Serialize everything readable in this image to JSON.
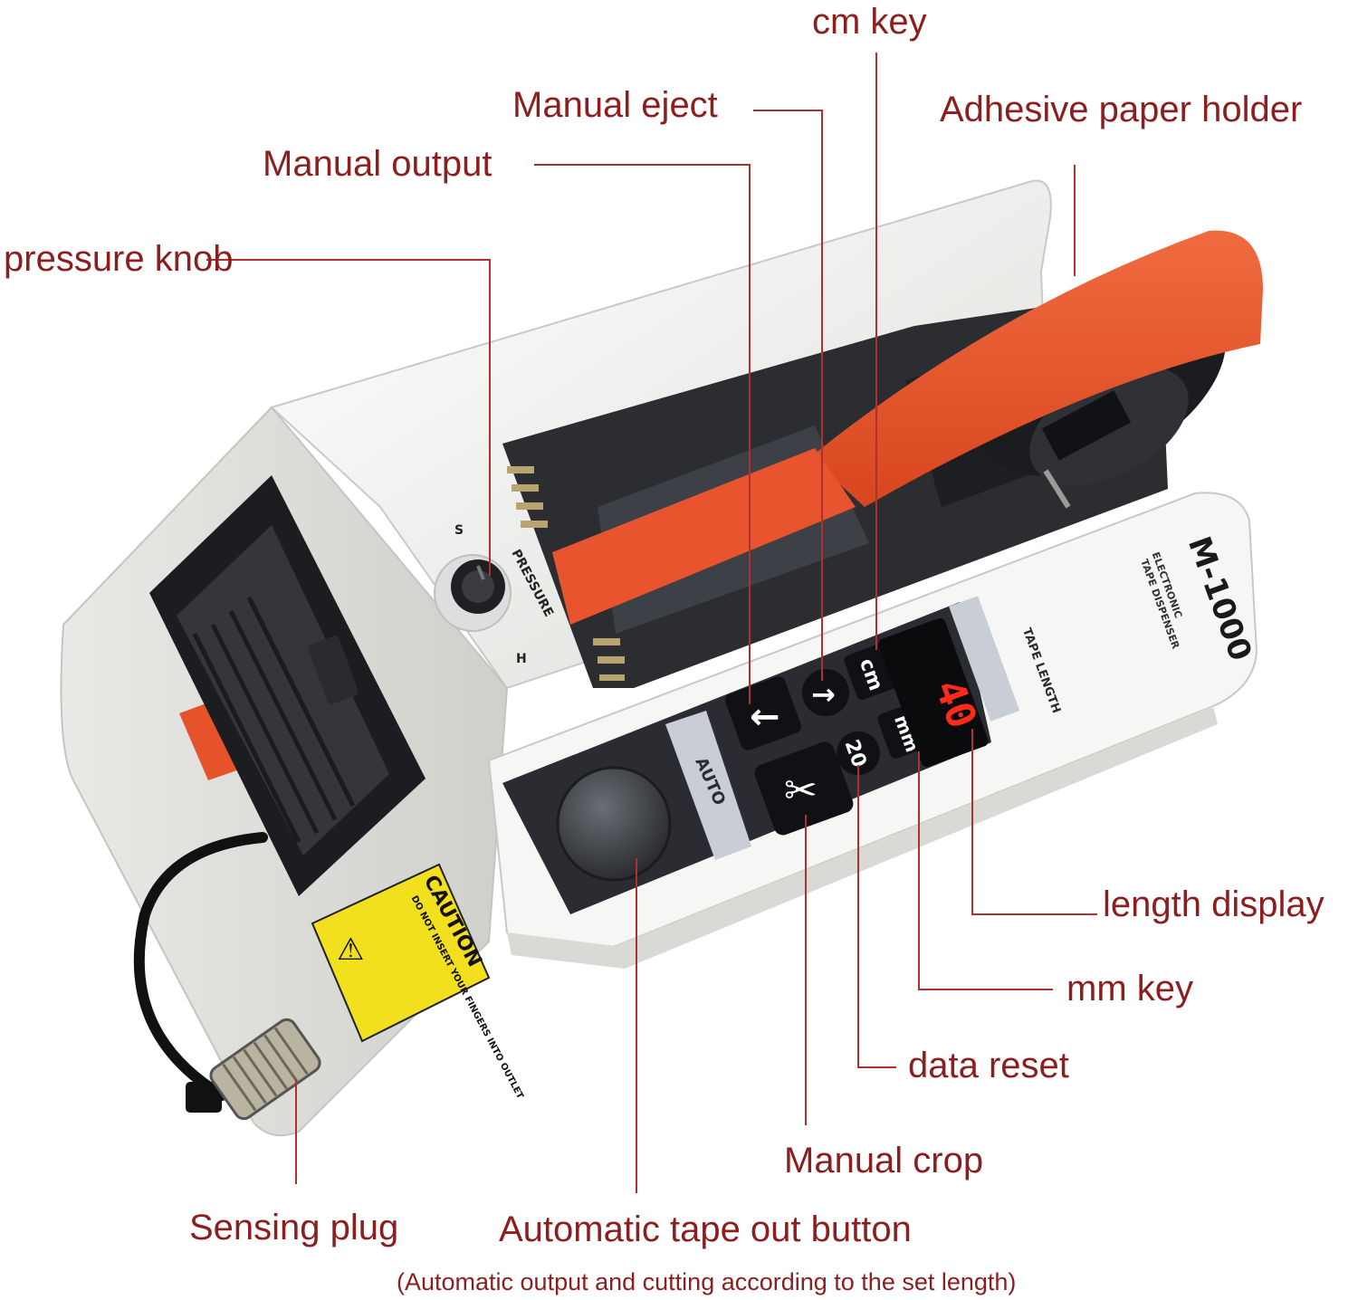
{
  "labels": {
    "cm_key": "cm key",
    "manual_eject": "Manual eject",
    "adhesive_paper_holder": "Adhesive paper holder",
    "manual_output": "Manual output",
    "pressure_knob": "pressure knob",
    "length_display": "length display",
    "mm_key": "mm key",
    "data_reset": "data reset",
    "manual_crop": "Manual crop",
    "sensing_plug": "Sensing plug",
    "automatic_tape_out_button": "Automatic tape out button",
    "note": "(Automatic output and cutting according to the set length)"
  },
  "device": {
    "brand_model": "M-1000",
    "brand_subtitle_1": "ELECTRONIC",
    "brand_subtitle_2": "TAPE DISPENSER",
    "panel_caption": "TAPE LENGTH",
    "display_value": "40",
    "key_cm": "cm",
    "key_mm": "mm",
    "key_reset": "20",
    "auto_label": "AUTO",
    "knob_label": "PRESSURE",
    "knob_low": "S",
    "knob_high": "H",
    "caution_title": "CAUTION",
    "caution_text": "DO NOT INSERT YOUR FINGERS INTO OUTLET"
  },
  "colors": {
    "label_text": "#8b1f1f",
    "leader_line": "#b03030",
    "tape": "#e8542e",
    "body": "#f3f3f1",
    "panel": "#2a2c32",
    "led": "#ff2a1a",
    "caution": "#f2df1e"
  }
}
